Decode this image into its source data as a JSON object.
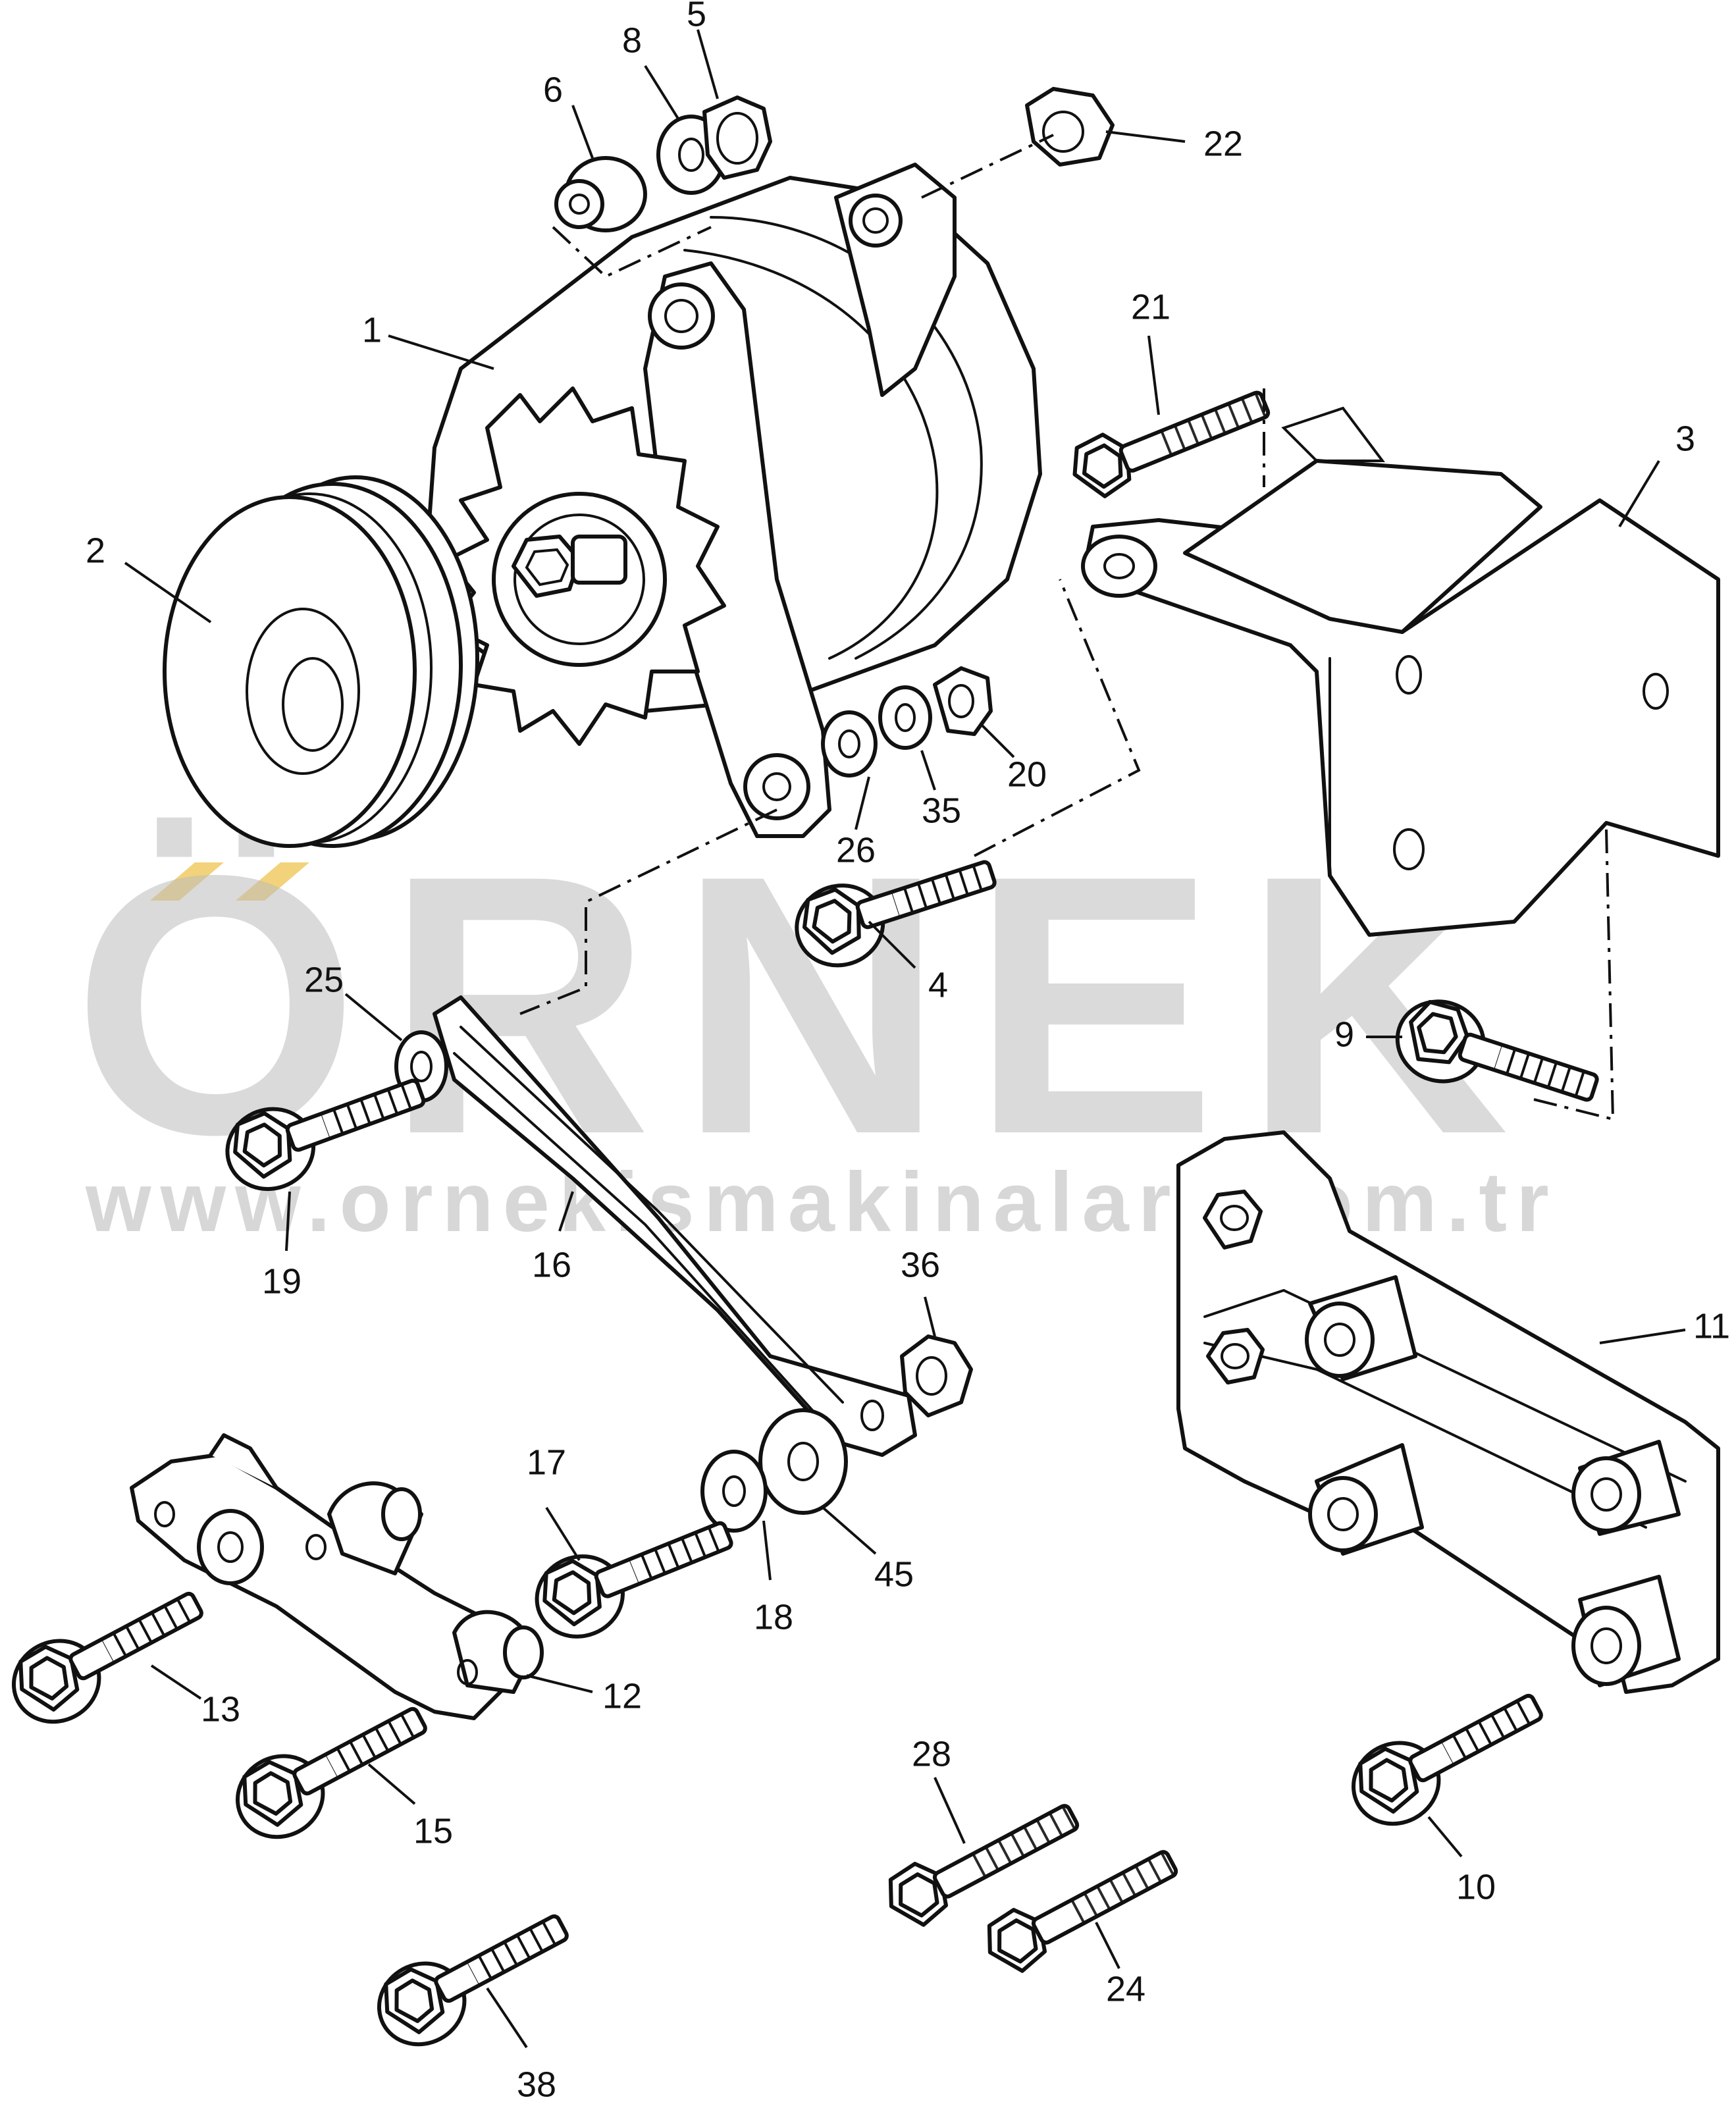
{
  "watermark": {
    "brand": "ÖRNEK",
    "url": "www.ornekismakinalari.com.tr",
    "color": "#bdbdbd",
    "accent": "#f2d27a"
  },
  "callouts": {
    "c1": "1",
    "c2": "2",
    "c3": "3",
    "c4": "4",
    "c5": "5",
    "c6": "6",
    "c8": "8",
    "c9": "9",
    "c10": "10",
    "c11": "11",
    "c12": "12",
    "c13": "13",
    "c15": "15",
    "c16": "16",
    "c17": "17",
    "c18": "18",
    "c19": "19",
    "c20": "20",
    "c21": "21",
    "c22": "22",
    "c24": "24",
    "c25": "25",
    "c26": "26",
    "c28": "28",
    "c35": "35",
    "c36": "36",
    "c38": "38",
    "c45": "45"
  }
}
